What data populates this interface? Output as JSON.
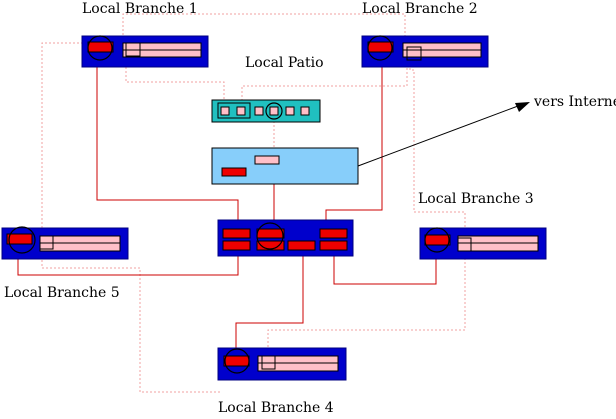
{
  "labels": {
    "branche1": "Local Branche 1",
    "branche2": "Local Branche 2",
    "branche3": "Local Branche 3",
    "branche4": "Local Branche 4",
    "branche5": "Local Branche 5",
    "patio": "Local Patio",
    "internet": "vers Internet"
  },
  "colors": {
    "device_blue": "#0000cc",
    "frame_navy": "#000080",
    "port_red": "#ee0000",
    "patch_pink": "#ffc0c8",
    "patio_teal": "#20c0c0",
    "server_lightblue": "#87cefa",
    "cable_red": "#cc0000",
    "cable_pink": "#f0a0a0"
  }
}
